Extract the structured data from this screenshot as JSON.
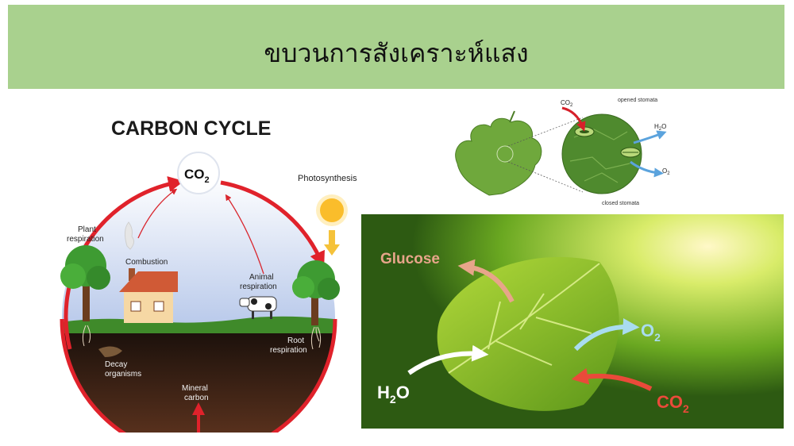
{
  "slide": {
    "title": "ขบวนการสังเคราะห์แสง"
  },
  "carbon_cycle": {
    "heading": "CARBON CYCLE",
    "co2": {
      "main": "CO",
      "sub": "2"
    },
    "labels": {
      "photosynthesis": "Photosynthesis",
      "plant_respiration_1": "Plant",
      "plant_respiration_2": "respiration",
      "combustion": "Combustion",
      "animal_respiration_1": "Animal",
      "animal_respiration_2": "respiration",
      "root_respiration_1": "Root",
      "root_respiration_2": "respiration",
      "decay_1": "Decay",
      "decay_2": "organisms",
      "mineral_1": "Mineral",
      "mineral_2": "carbon"
    }
  },
  "stomata": {
    "co2": {
      "main": "CO",
      "sub": "2"
    },
    "opened": "opened stomata",
    "closed": "closed stomata",
    "h2o": {
      "main": "H",
      "sub": "2",
      "tail": "O"
    },
    "o2": {
      "main": "O",
      "sub": "2"
    }
  },
  "photosynthesis_photo": {
    "glucose": "Glucose",
    "o2": {
      "main": "O",
      "sub": "2"
    },
    "h2o": {
      "main": "H",
      "sub": "2",
      "tail": "O"
    },
    "co2": {
      "main": "CO",
      "sub": "2"
    }
  },
  "colors": {
    "title_bar": "#a9d18e",
    "cycle_arrow": "#e0222b",
    "soil": "#2a1a12",
    "leaf_green": "#5f9a34"
  }
}
